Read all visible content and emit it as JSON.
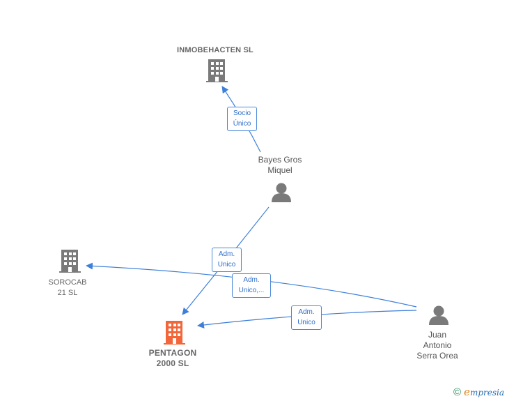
{
  "nodes": {
    "inmobehacten": {
      "label": "INMOBEHACTEN SL",
      "type": "company"
    },
    "bayes": {
      "label_lines": [
        "Bayes Gros",
        "Miquel"
      ],
      "type": "person"
    },
    "sorocab": {
      "label_lines": [
        "SOROCAB",
        "21  SL"
      ],
      "type": "company"
    },
    "pentagon": {
      "label_lines": [
        "PENTAGON",
        "2000  SL"
      ],
      "type": "company-main"
    },
    "juan": {
      "label_lines": [
        "Juan",
        "Antonio",
        "Serra Orea"
      ],
      "type": "person"
    }
  },
  "edges": {
    "bayes_inmobehacten": {
      "lines": [
        "Socio",
        "Único"
      ]
    },
    "bayes_pentagon": {
      "lines": [
        "Adm.",
        "Unico"
      ]
    },
    "juan_sorocab": {
      "lines": [
        "Adm.",
        "Unico,..."
      ]
    },
    "juan_pentagon": {
      "lines": [
        "Adm.",
        "Unico"
      ]
    }
  },
  "footer": {
    "copyright": "©",
    "brand_first": "e",
    "brand_rest": "mpresia"
  },
  "colors": {
    "edge": "#3d7fd9",
    "company": "#7a7a7a",
    "main_company": "#f2663a",
    "person": "#7a7a7a"
  }
}
